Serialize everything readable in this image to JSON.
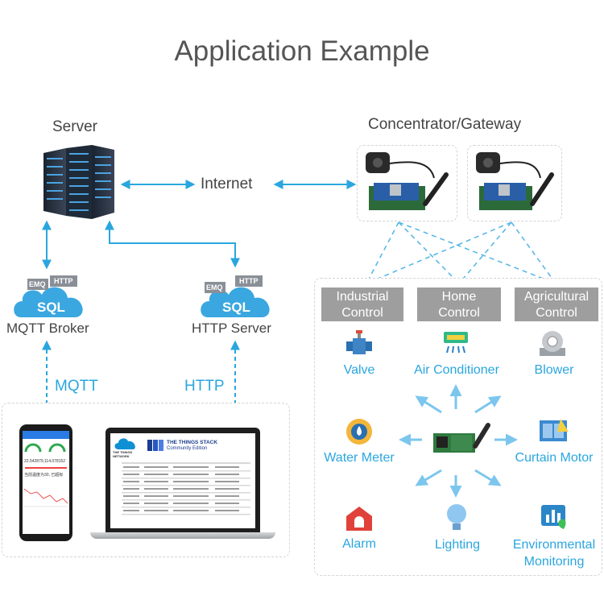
{
  "title": "Application Example",
  "nodes": {
    "server": "Server",
    "gateway": "Concentrator/Gateway",
    "internet": "Internet",
    "mqtt_broker": "MQTT Broker",
    "http_server": "HTTP Server"
  },
  "protocols": {
    "mqtt": "MQTT",
    "http": "HTTP"
  },
  "cloud": {
    "tag1": "EMQ",
    "tag2": "HTTP",
    "db": "SQL"
  },
  "categories": [
    {
      "label_line1": "Industrial",
      "label_line2": "Control"
    },
    {
      "label_line1": "Home",
      "label_line2": "Control"
    },
    {
      "label_line1": "Agricultural",
      "label_line2": "Control"
    }
  ],
  "devices": {
    "valve": "Valve",
    "air_conditioner": "Air Conditioner",
    "blower": "Blower",
    "water_meter": "Water Meter",
    "curtain_motor": "Curtain Motor",
    "alarm": "Alarm",
    "lighting": "Lighting",
    "env_line1": "Environmental",
    "env_line2": "Monitoring"
  },
  "laptop": {
    "brand_line1": "THE THINGS",
    "brand_line2": "NETWORK",
    "stack_line1": "THE THINGS STACK",
    "stack_line2": "Community Edition"
  },
  "phone": {
    "value": "22.542879,114.078152",
    "text": "当前温度为30, 已超标"
  },
  "colors": {
    "accent": "#2aa6df",
    "category_bg": "#9e9e9e",
    "panel_border": "#d4d4d4"
  }
}
